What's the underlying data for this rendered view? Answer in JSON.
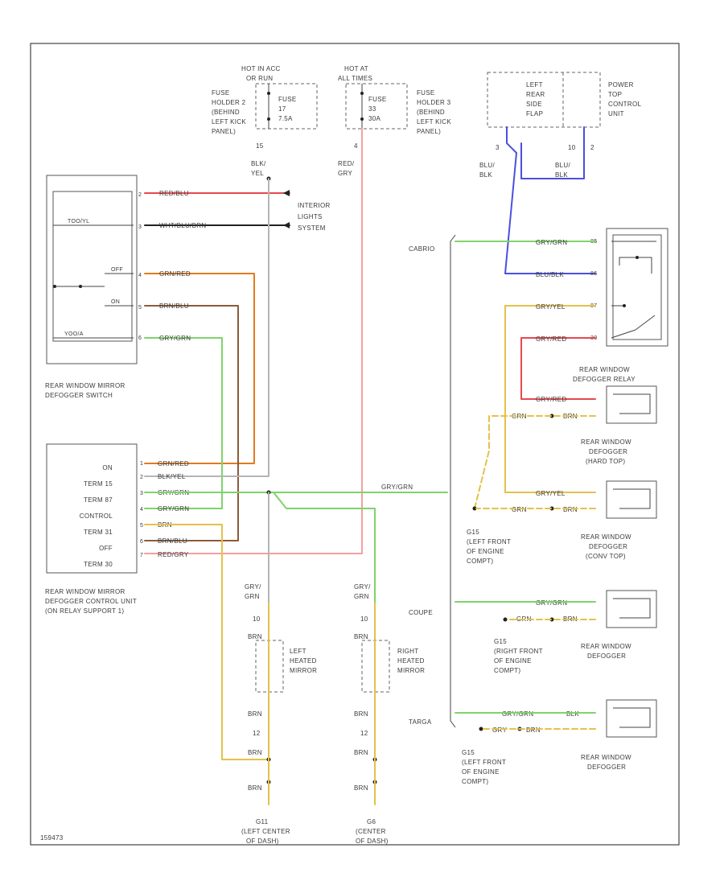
{
  "fuses": {
    "left": {
      "hot": [
        "HOT IN ACC",
        "OR RUN"
      ],
      "fuse": [
        "FUSE",
        "17",
        "7.5A"
      ],
      "holder": [
        "FUSE",
        "HOLDER 2",
        "(BEHIND",
        "LEFT KICK",
        "PANEL)"
      ],
      "pin": "15",
      "wire": [
        "BLK/",
        "YEL"
      ]
    },
    "right": {
      "hot": [
        "HOT AT",
        "ALL TIMES"
      ],
      "fuse": [
        "FUSE",
        "33",
        "30A"
      ],
      "holder": [
        "FUSE",
        "HOLDER 3",
        "(BEHIND",
        "LEFT KICK",
        "PANEL)"
      ],
      "pin": "4",
      "wire": [
        "RED/",
        "GRY"
      ]
    }
  },
  "top_right": {
    "flap": [
      "LEFT",
      "REAR",
      "SIDE",
      "FLAP"
    ],
    "unit": [
      "POWER",
      "TOP",
      "CONTROL",
      "UNIT"
    ],
    "pins": [
      "3",
      "10",
      "2"
    ],
    "wire_left": [
      "BLU/",
      "BLK"
    ],
    "wire_right": [
      "BLU/",
      "BLK"
    ]
  },
  "switch": {
    "title": [
      "REAR WINDOW MIRROR",
      "DEFOGGER SWITCH"
    ],
    "wires": [
      "RED/BLU",
      "WHT/BLU/BRN",
      "GRN/RED",
      "BRN/BLU",
      "GRY/GRN"
    ],
    "labels": [
      "TOO/YL",
      "OFF",
      "ON",
      "YOO/A"
    ],
    "pins": [
      "2",
      "3",
      "4",
      "5",
      "6"
    ]
  },
  "interior": [
    "INTERIOR",
    "LIGHTS",
    "SYSTEM"
  ],
  "control_unit": {
    "rows": [
      "ON",
      "TERM 15",
      "TERM 87",
      "CONTROL",
      "TERM 31",
      "OFF",
      "TERM 30"
    ],
    "pins": [
      "1",
      "2",
      "3",
      "4",
      "5",
      "6",
      "7"
    ],
    "wires": [
      "GRN/RED",
      "BLK/YEL",
      "GRY/GRN",
      "GRY/GRN",
      "BRN",
      "BRN/BLU",
      "RED/GRY"
    ],
    "title": [
      "REAR WINDOW MIRROR",
      "DEFOGGER CONTROL UNIT",
      "(ON RELAY SUPPORT 1)"
    ]
  },
  "mirrors": {
    "left": {
      "top_wire": [
        "GRY/",
        "GRN"
      ],
      "pin_top": "10",
      "bottom_pin": "12",
      "brn": "BRN",
      "label": [
        "LEFT",
        "HEATED",
        "MIRROR"
      ],
      "ground": [
        "G11",
        "(LEFT CENTER",
        "OF DASH)"
      ]
    },
    "right": {
      "top_wire": [
        "GRY/",
        "GRN"
      ],
      "pin_top": "10",
      "bottom_pin": "12",
      "brn": "BRN",
      "label": [
        "RIGHT",
        "HEATED",
        "MIRROR"
      ],
      "ground": [
        "G6",
        "(CENTER",
        "OF DASH)"
      ]
    }
  },
  "right_side": {
    "cabrio": "CABRIO",
    "coupe": "COUPE",
    "targa": "TARGA",
    "gry_grn": "GRY/GRN",
    "relay_wires": [
      "GRY/GRN",
      "BLU/BLK",
      "GRY/YEL",
      "GRY/RED"
    ],
    "relay_pins": [
      "85",
      "86",
      "87",
      "30"
    ],
    "relay_label": [
      "REAR WINDOW",
      "DEFOGGER RELAY"
    ],
    "def1": {
      "wire": "GRY/RED",
      "gnd": [
        "GRN",
        "BRN"
      ],
      "label": [
        "REAR WINDOW",
        "DEFOGGER",
        "(HARD TOP)"
      ]
    },
    "def2": {
      "wire": "GRY/YEL",
      "gnd": [
        "GRN",
        "BRN"
      ],
      "label": [
        "REAR WINDOW",
        "DEFOGGER",
        "(CONV TOP)"
      ],
      "ground": [
        "G15",
        "(LEFT FRONT",
        "OF ENGINE",
        "COMPT)"
      ]
    },
    "def3": {
      "wire": "GRY/GRN",
      "gnd": [
        "GRN",
        "BRN"
      ],
      "label": [
        "REAR WINDOW",
        "DEFOGGER"
      ],
      "ground": [
        "G15",
        "(RIGHT FRONT",
        "OF ENGINE",
        "COMPT)"
      ]
    },
    "def4": {
      "wire": [
        "GRY/GRN",
        "BLK"
      ],
      "gnd": [
        "GRY",
        "BRN"
      ],
      "label": [
        "REAR WINDOW",
        "DEFOGGER"
      ],
      "ground": [
        "G15",
        "(LEFT FRONT",
        "OF ENGINE",
        "COMPT)"
      ]
    }
  },
  "footer_code": "159473",
  "colors": {
    "red": "#e8474e",
    "black": "#222222",
    "orange": "#e07b1e",
    "brown": "#8a5b3a",
    "green": "#7fd36a",
    "yellow": "#e3c24a",
    "blue": "#4a4fe0",
    "pink": "#f2a0a0",
    "gray": "#b5b5b5"
  }
}
